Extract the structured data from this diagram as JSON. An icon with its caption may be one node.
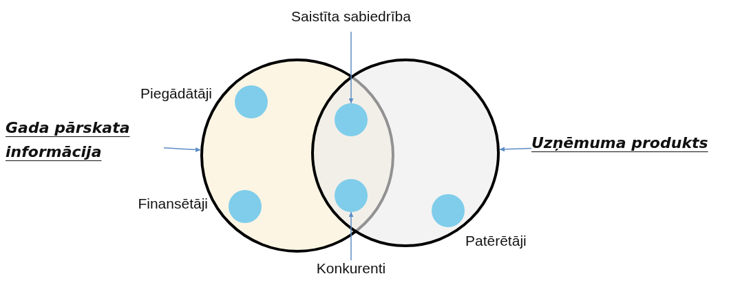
{
  "diagram": {
    "nodes": [
      {
        "text": [
          "Saistīta sabiedrība"
        ]
      },
      {
        "text": [
          "Gada pārskata informācija"
        ]
      },
      {
        "text": [],
        "shape": "circle"
      },
      {
        "text": [],
        "shape": "circle"
      },
      {
        "text": [],
        "shape": "circle",
        "in": 2,
        "beside": [
          "Piegādātāji"
        ]
      },
      {
        "text": [],
        "shape": "circle"
      },
      {
        "text": [],
        "shape": "circle",
        "in": 2,
        "beside": [
          "Finansētāji"
        ]
      },
      {
        "text": [],
        "shape": "circle"
      },
      {
        "text": [],
        "shape": "circle",
        "in": 3,
        "beside": [
          "Patērētāji"
        ]
      },
      {
        "text": [
          "Uzņēmuma produkts"
        ]
      },
      {
        "text": [
          "Konkurenti"
        ]
      }
    ],
    "edges": [
      {
        "from": 0,
        "to": 5,
        "arrow": "to"
      },
      {
        "from": 1,
        "to": 2,
        "arrow": "to"
      },
      {
        "from": 9,
        "to": 3,
        "arrow": "to"
      },
      {
        "from": 10,
        "to": 7,
        "arrow": "to"
      }
    ]
  }
}
